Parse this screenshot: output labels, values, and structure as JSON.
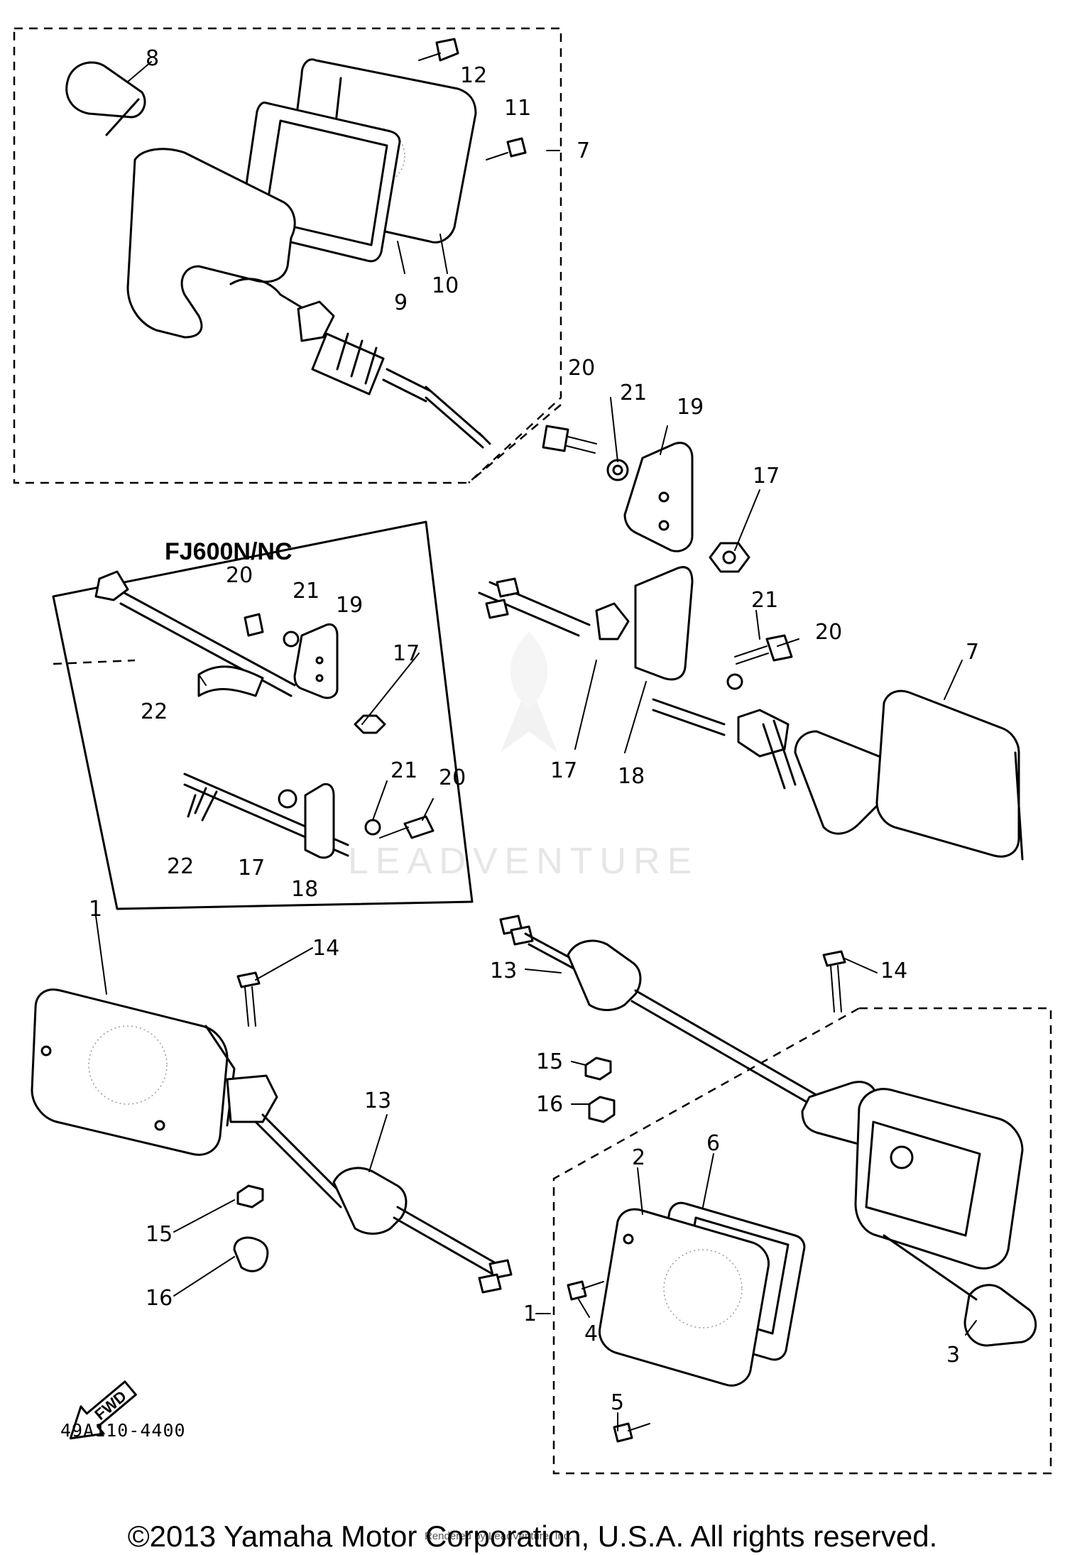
{
  "diagram": {
    "model_label": "FJ600N/NC",
    "part_code": "49A110-4400",
    "forward_label": "FWD",
    "watermark": "LEADVENTURE",
    "credit": "Rendered by LeadVenture, Inc.",
    "copyright": "©2013 Yamaha Motor Corporation, U.S.A. All rights reserved.",
    "callouts": {
      "c8": "8",
      "c12": "12",
      "c11": "11",
      "c7a": "7",
      "c9": "9",
      "c10": "10",
      "c20a": "20",
      "c21a": "21",
      "c19a": "19",
      "c17a": "17",
      "c20b": "20",
      "c21b": "21",
      "c19b": "19",
      "c17b": "17",
      "c22a": "22",
      "c21c": "21",
      "c20c": "20",
      "c22b": "22",
      "c17c": "17",
      "c18a": "18",
      "c21d": "21",
      "c20d": "20",
      "c7b": "7",
      "c17d": "17",
      "c18b": "18",
      "c1a": "1",
      "c14a": "14",
      "c13a": "13",
      "c15a": "15",
      "c16a": "16",
      "c13b": "13",
      "c14b": "14",
      "c15b": "15",
      "c16b": "16",
      "c2": "2",
      "c6": "6",
      "c1b": "1",
      "c4": "4",
      "c5": "5",
      "c3": "3"
    }
  }
}
